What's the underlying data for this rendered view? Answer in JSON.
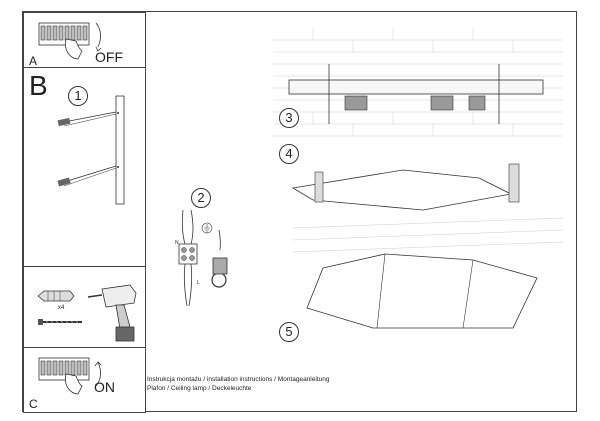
{
  "panels": {
    "a": {
      "letter": "A",
      "switch_label": "OFF",
      "icon": "switch-off-icon"
    },
    "b": {
      "letter": "B"
    },
    "c": {
      "letter": "C",
      "switch_label": "ON",
      "icon": "switch-on-icon"
    }
  },
  "steps": [
    {
      "number": "1"
    },
    {
      "number": "2"
    },
    {
      "number": "3"
    },
    {
      "number": "4"
    },
    {
      "number": "5"
    }
  ],
  "tools": {
    "quantity": "x4",
    "icons": [
      "wall-plug-icon",
      "screw-icon",
      "drill-icon"
    ]
  },
  "wiring": {
    "neutral": "N",
    "live": "L",
    "earth_icon": "earth-ground-icon"
  },
  "caption": {
    "line1": "Instrukcja montażu / installation instructions / Montageanleitung",
    "line2": "Plafon / Ceiling lamp / Deckeleuchte"
  }
}
